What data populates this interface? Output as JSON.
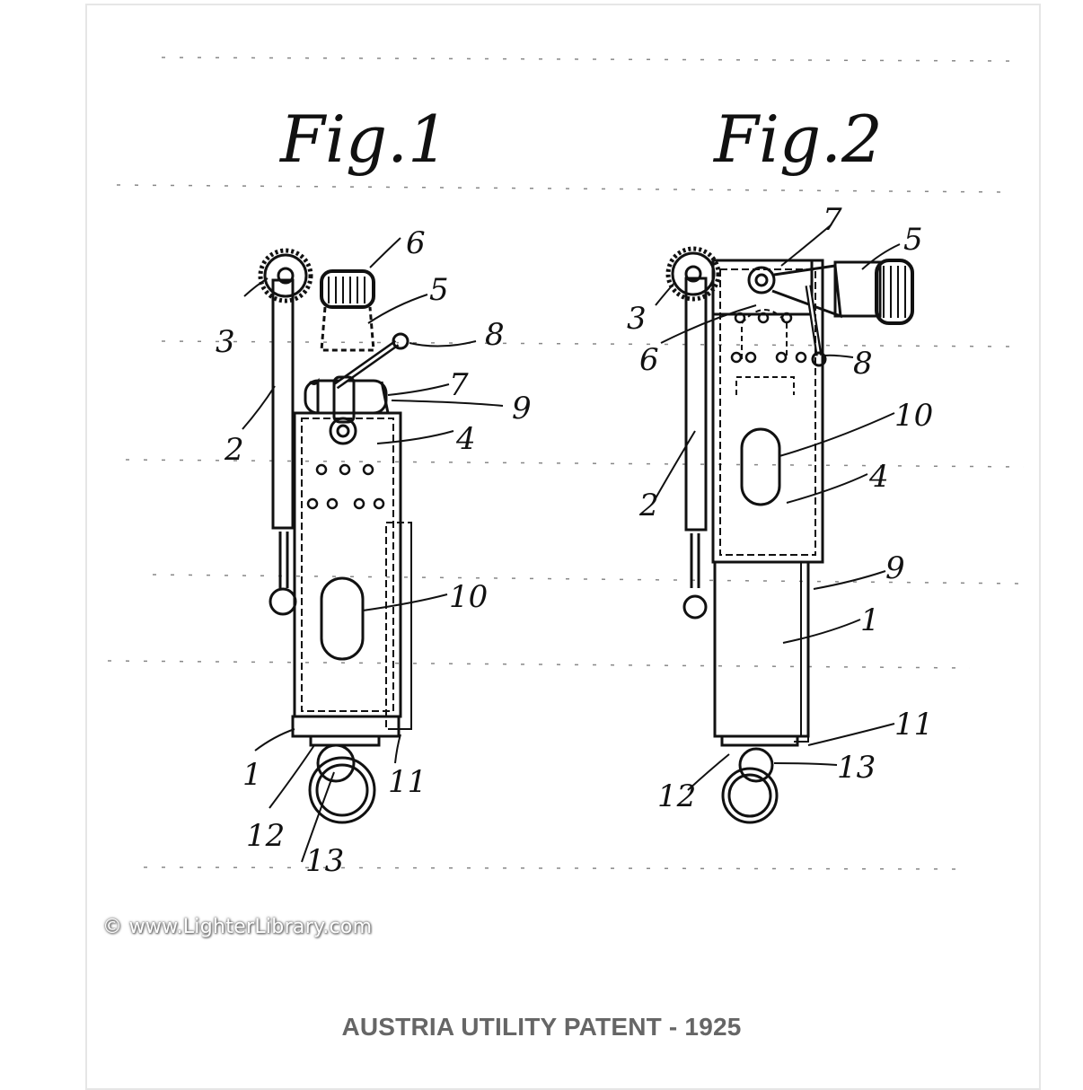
{
  "figures": [
    {
      "title": "Fig.1",
      "callouts": [
        "1",
        "2",
        "3",
        "4",
        "5",
        "6",
        "7",
        "8",
        "9",
        "10",
        "11",
        "12",
        "13"
      ]
    },
    {
      "title": "Fig.2",
      "callouts": [
        "1",
        "2",
        "3",
        "4",
        "5",
        "6",
        "7",
        "8",
        "9",
        "10",
        "11",
        "12",
        "13"
      ]
    }
  ],
  "watermark": "© www.LighterLibrary.com",
  "caption": "AUSTRIA UTILITY PATENT - 1925"
}
